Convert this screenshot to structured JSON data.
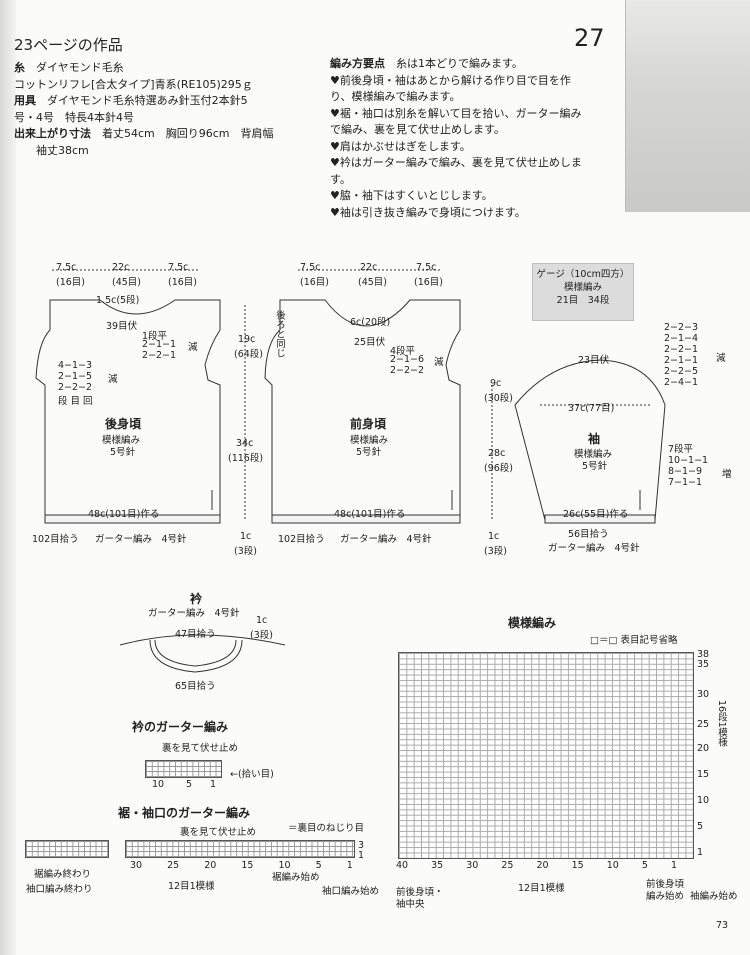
{
  "header": {
    "title": "23ページの作品",
    "page_number": "27",
    "footer_page": "73"
  },
  "materials": [
    {
      "k": "糸",
      "v": "　ダイヤモンド毛糸"
    },
    {
      "k": "",
      "v": "コットンリフレ[合太タイプ]青系(RE105)295ｇ"
    },
    {
      "k": "用具",
      "v": "　ダイヤモンド毛糸特選あみ針玉付2本針5"
    },
    {
      "k": "",
      "v": "号・4号　特長4本針4号"
    },
    {
      "k": "出来上がり寸法",
      "v": "　着丈54cm　胸回り96cm　背肩幅"
    },
    {
      "k": "",
      "v": "　　袖丈38cm"
    }
  ],
  "points": {
    "title": "編み方要点",
    "lead": "　糸は1本どりで編みます。",
    "lines": [
      "♥前後身頃・袖はあとから解ける作り目で目を作",
      "り、模様編みで編みます。",
      "♥裾・袖口は別糸を解いて目を拾い、ガーター編み",
      "で編み、裏を見て伏せ止めします。",
      "♥肩はかぶせはぎをします。",
      "♥衿はガーター編みで編み、裏を見て伏せ止めしま",
      "す。",
      "♥脇・袖下はすくいとじします。",
      "♥袖は引き抜き編みで身頃につけます。"
    ]
  },
  "back": {
    "top": [
      "7.5c",
      "22c",
      "7.5c"
    ],
    "top_sub": [
      "(16目)",
      "(45目)",
      "(16目)"
    ],
    "neck_h": "1.5c(5段)",
    "neck_bo": "39目伏",
    "neck_dec": [
      "1段平",
      "2−1−1",
      "2−2−1"
    ],
    "dec": "減",
    "arm": [
      "4−1−3",
      "2−1−5",
      "2−2−2",
      "段 目 回"
    ],
    "arm_dec": "減",
    "name": "後身頃",
    "pat": "模様編み",
    "needle": "5号針",
    "bottom": "48c(101目)作る",
    "pick": "102目拾う",
    "garter": "ガーター編み　4号針"
  },
  "front": {
    "top": [
      "7.5c",
      "22c",
      "7.5c"
    ],
    "top_sub": [
      "(16目)",
      "(45目)",
      "(16目)"
    ],
    "same": "後ろと同じ",
    "neck": "6c(20段)",
    "neck_bo": "25目伏",
    "neck_dec": [
      "4段平",
      "2−1−6",
      "2−2−2"
    ],
    "dec": "減",
    "name": "前身頃",
    "pat": "模様編み",
    "needle": "5号針",
    "bottom": "48c(101目)作る",
    "pick": "102目拾う",
    "garter": "ガーター編み　4号針"
  },
  "mid_dims": {
    "a": "19c",
    "a2": "(64段)",
    "b": "34c",
    "b2": "(116段)",
    "c": "1c",
    "c2": "(3段)",
    "d": "9c",
    "d2": "(30段)",
    "e": "28c",
    "e2": "(96段)",
    "f": "1c",
    "f2": "(3段)"
  },
  "gauge": {
    "l1": "ゲージ（10cm四方）",
    "l2": "模様編み",
    "l3": "21目　34段"
  },
  "sleeve": {
    "cap_dec": [
      "2−2−3",
      "2−1−4",
      "2−2−1",
      "2−1−1",
      "2−2−5",
      "2−4−1"
    ],
    "dec": "減",
    "top": "23目伏",
    "width": "37c(77目)",
    "name": "袖",
    "pat": "模様編み",
    "needle": "5号針",
    "inc": [
      "7段平",
      "10−1−1",
      "8−1−9",
      "7−1−1"
    ],
    "inc_l": "増",
    "bottom": "26c(55目)作る",
    "pick": "56目拾う",
    "garter": "ガーター編み　4号針"
  },
  "collar": {
    "name": "衿",
    "garter": "ガーター編み　4号針",
    "w": "1c",
    "w2": "(3段)",
    "pick1": "47目拾う",
    "pick2": "65目拾う"
  },
  "collar_garter": {
    "title": "衿のガーター編み",
    "bo": "裏を見て伏せ止め",
    "pick": "←(拾い目)",
    "nums": [
      "10",
      "5",
      "1"
    ]
  },
  "hem_garter": {
    "title": "裾・袖口のガーター編み",
    "bo": "裏を見て伏せ止め",
    "legend": "＝裏目のねじり目",
    "nums": [
      "30",
      "25",
      "20",
      "15",
      "10",
      "5",
      "1"
    ],
    "rows": [
      "3",
      "1"
    ],
    "rep": "12目1模様",
    "end1": "裾編み終わり",
    "end2": "袖口編み終わり",
    "start1": "裾編み始め",
    "start2": "袖口編み始め"
  },
  "chart": {
    "title": "模様編み",
    "legend": "□＝□ 表目記号省略",
    "right_nums": [
      "38",
      "35",
      "30",
      "25",
      "20",
      "15",
      "10",
      "5",
      "1"
    ],
    "bottom_nums": [
      "40",
      "35",
      "30",
      "25",
      "20",
      "15",
      "10",
      "5",
      "1"
    ],
    "rep_v": "16段1模様",
    "rep_h": "12目1模様",
    "center": "前後身頃・",
    "center2": "袖中央",
    "start1": "前後身頃",
    "start2": "編み始め",
    "start3": "袖編み始め"
  }
}
